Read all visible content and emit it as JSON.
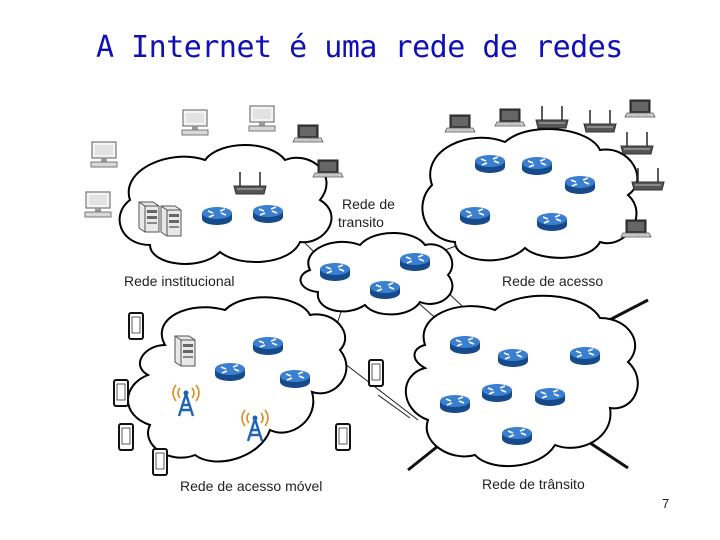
{
  "title": "A Internet é uma rede de redes",
  "labels": {
    "transit_top_line1": "Rede de",
    "transit_top_line2": "transito",
    "institutional": "Rede institucional",
    "access": "Rede de acesso",
    "mobile_access": "Rede de acesso móvel",
    "transit_bottom": "Rede de trânsito"
  },
  "page_number": "7",
  "colors": {
    "title": "#1010b8",
    "router": "#1f63b5",
    "cloud_stroke": "#000000"
  },
  "icons": [
    "router-icon",
    "desktop-icon",
    "laptop-icon",
    "server-icon",
    "wifi-access-point-icon",
    "smartphone-icon",
    "cell-tower-icon"
  ]
}
